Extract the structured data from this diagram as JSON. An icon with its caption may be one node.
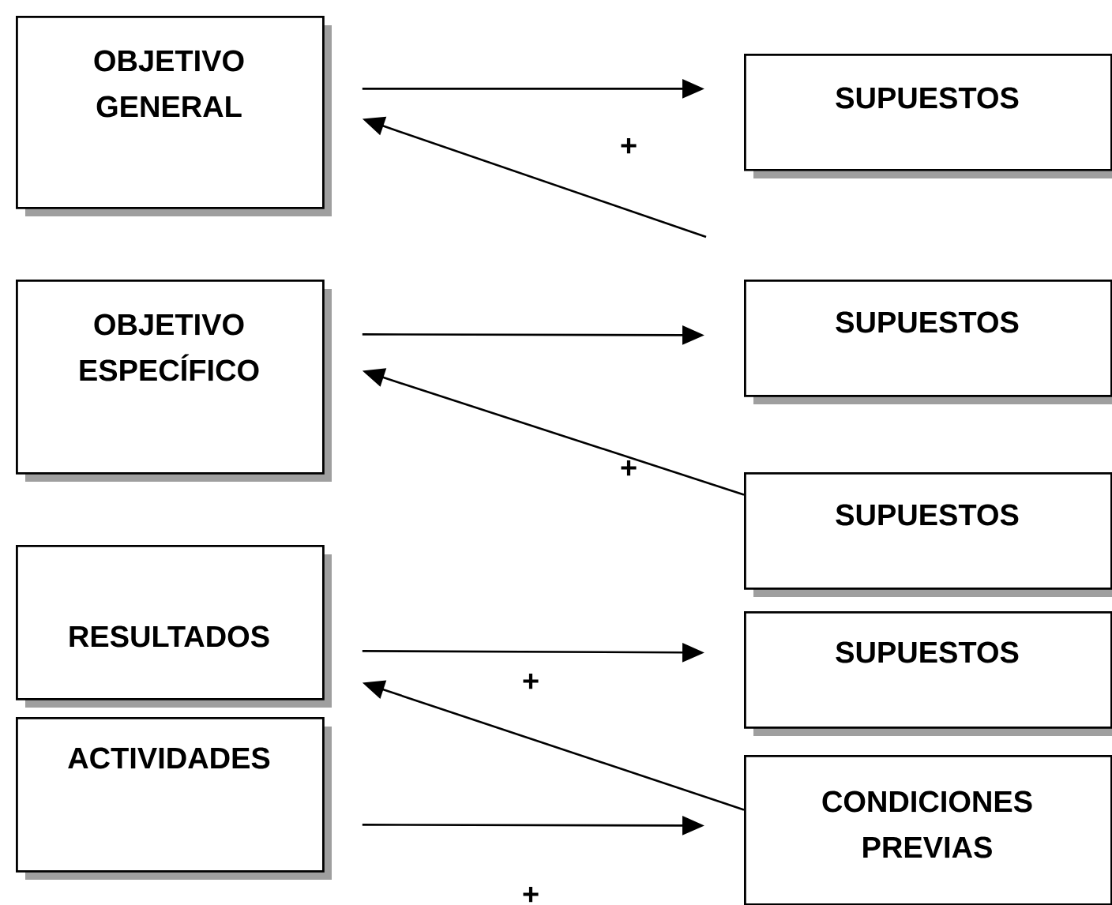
{
  "diagram": {
    "nodes": [
      {
        "text": [
          "OBJETIVO GENERAL"
        ]
      },
      {
        "text": [
          "SUPUESTOS"
        ]
      },
      {
        "text": [
          "OBJETIVO ESPECÍFICO"
        ]
      },
      {
        "text": [
          "SUPUESTOS"
        ]
      },
      {
        "text": [
          "SUPUESTOS"
        ]
      },
      {
        "text": [
          "RESULTADOS"
        ]
      },
      {
        "text": [
          "SUPUESTOS"
        ]
      },
      {
        "text": [
          "ACTIVIDADES"
        ]
      },
      {
        "text": [
          "CONDICIONES PREVIAS"
        ]
      }
    ],
    "edges": [
      {
        "from": 0,
        "to": 1,
        "arrow": "to"
      },
      {
        "from": null,
        "to": 0,
        "arrow": "to"
      },
      {
        "from": 2,
        "to": 3,
        "arrow": "to"
      },
      {
        "from": 4,
        "to": 2,
        "arrow": "to"
      },
      {
        "from": 5,
        "to": 6,
        "arrow": "to"
      },
      {
        "from": 8,
        "to": 5,
        "arrow": "to"
      },
      {
        "from": 7,
        "to": 8,
        "arrow": "to"
      }
    ],
    "labels": [
      "+",
      "+",
      "+",
      "+"
    ]
  }
}
